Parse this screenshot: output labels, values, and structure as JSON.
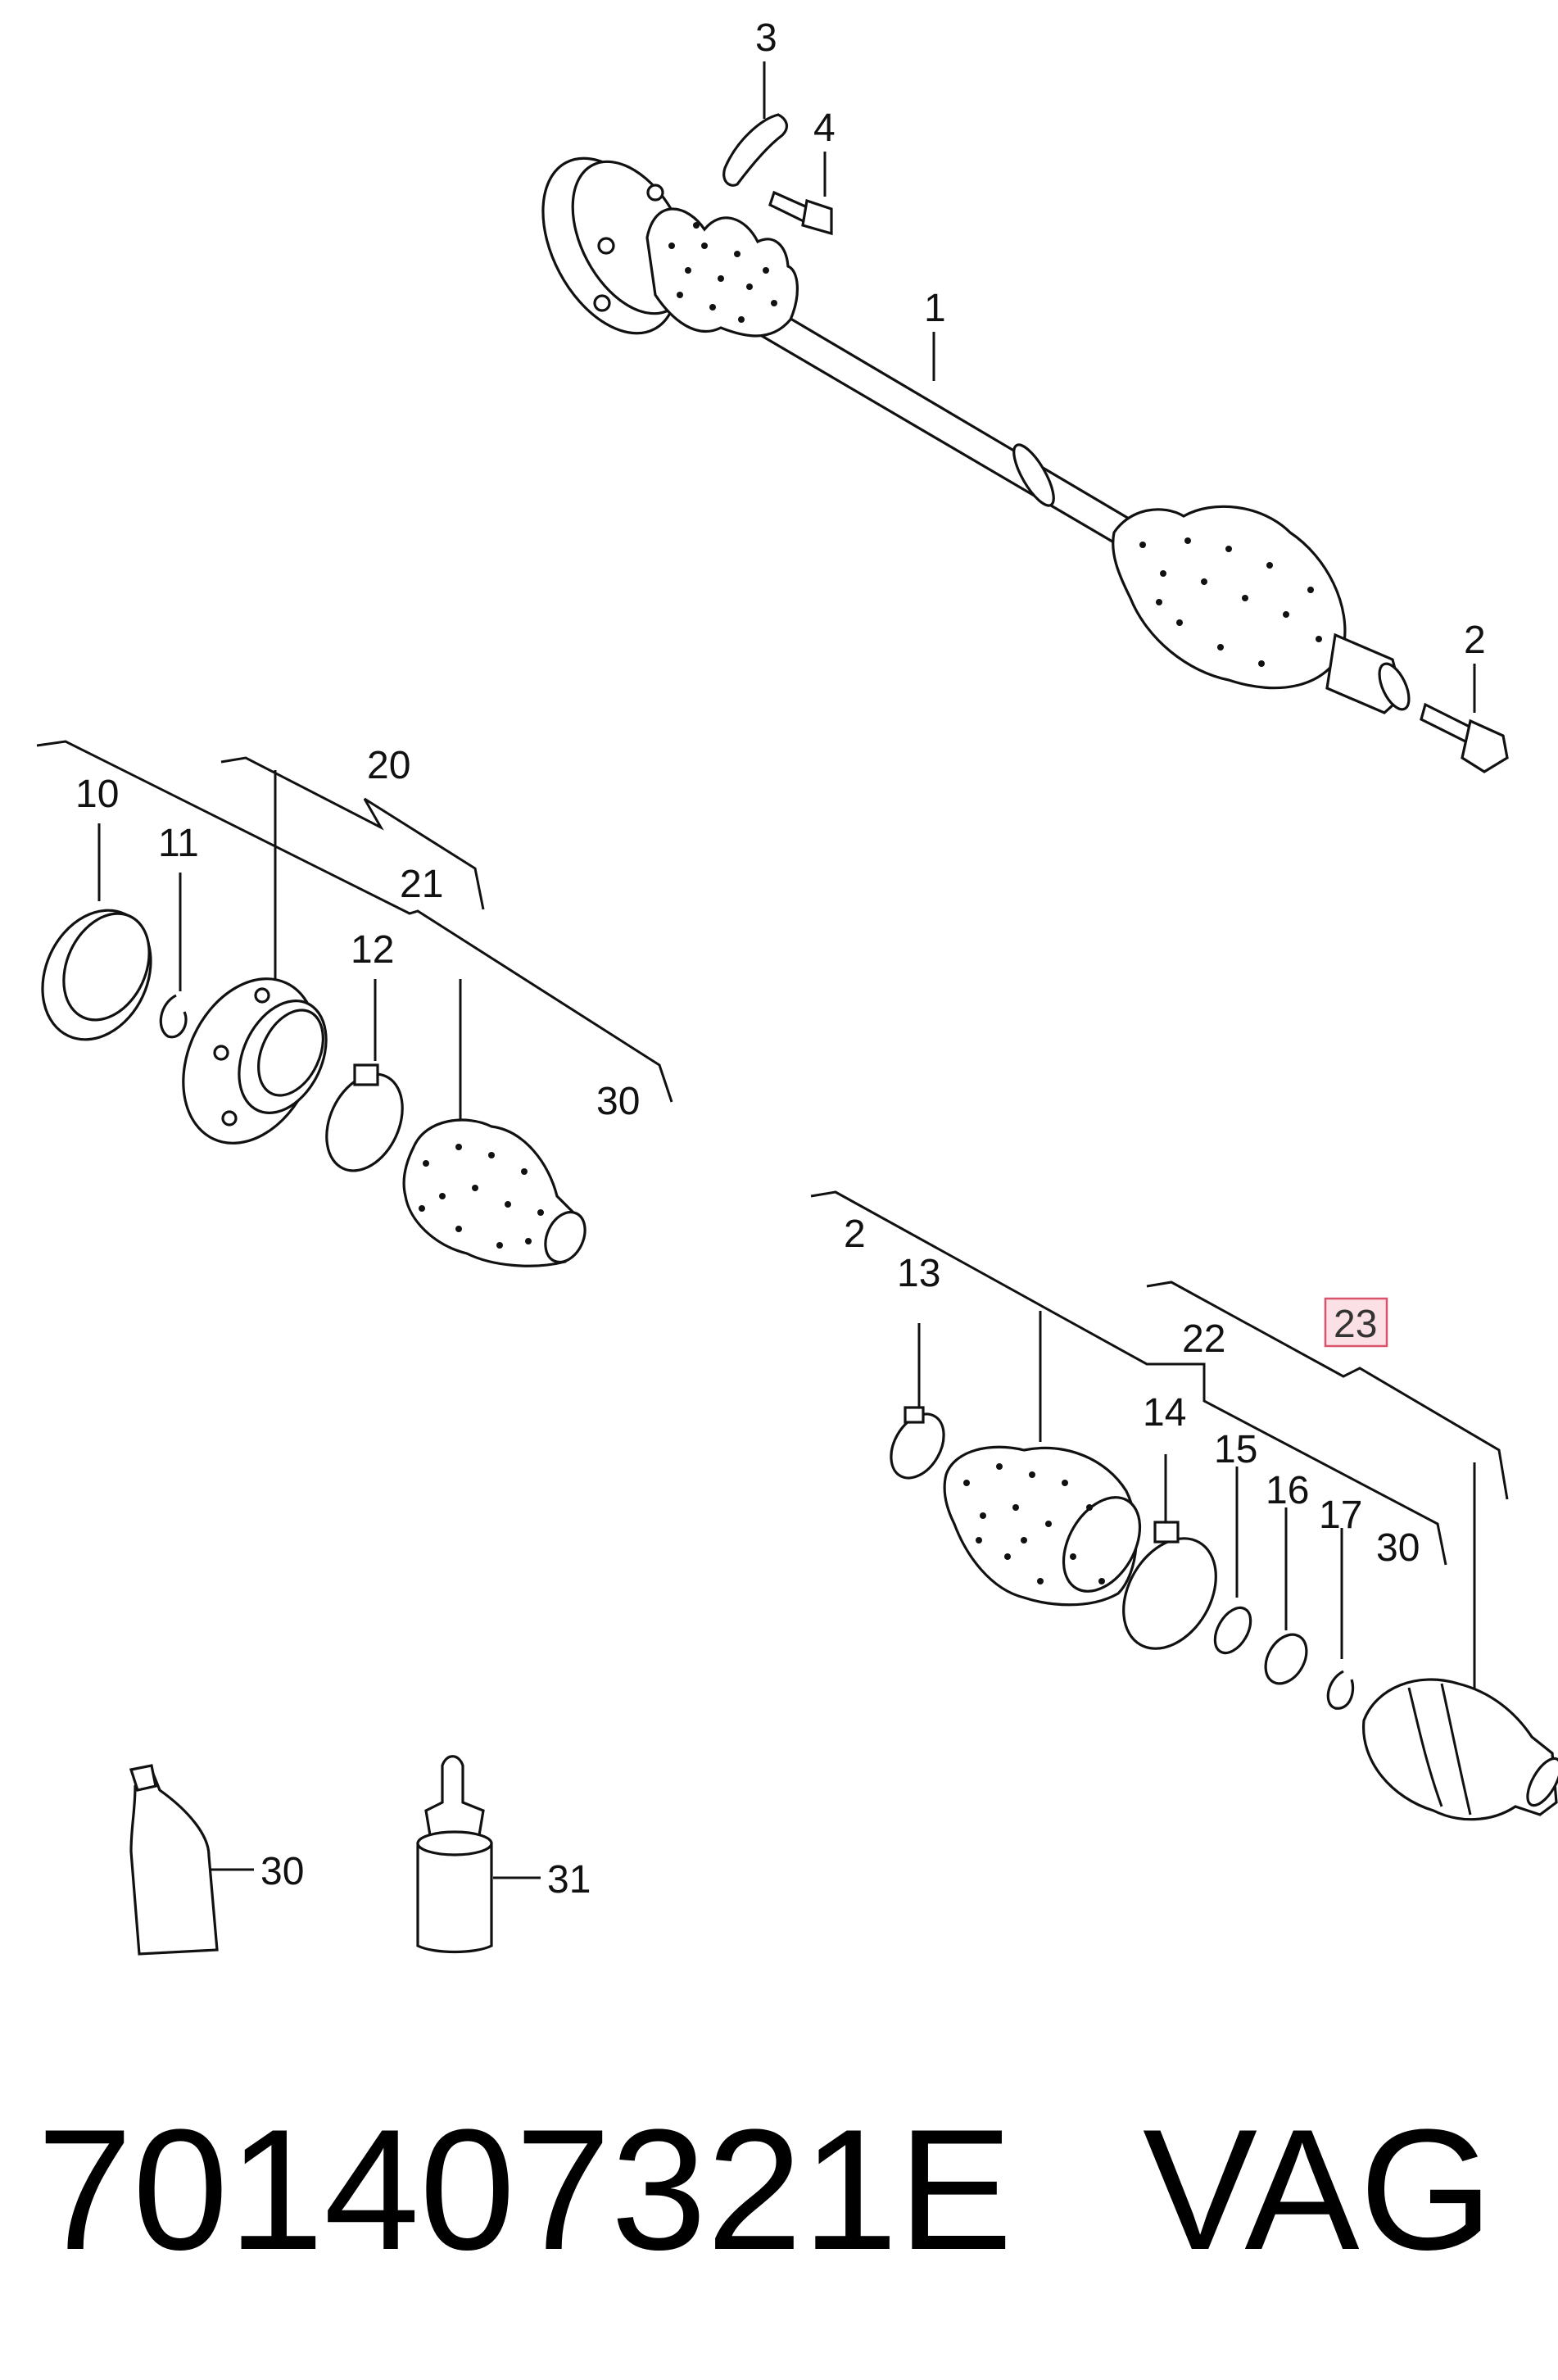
{
  "diagram": {
    "callouts": {
      "c1": "1",
      "c2": "2",
      "c3": "3",
      "c4": "4",
      "c10": "10",
      "c11": "11",
      "c12": "12",
      "c20": "20",
      "c21": "21",
      "c30a": "30",
      "c2b": "2",
      "c13": "13",
      "c14": "14",
      "c15": "15",
      "c16": "16",
      "c17": "17",
      "c22": "22",
      "c23": "23",
      "c30b": "30",
      "c30c": "30",
      "c31": "31"
    },
    "highlight_color": "#fbe0e6",
    "highlight_border": "#d9546b"
  },
  "footer": {
    "part_number": "701407321E",
    "brand": "VAG"
  }
}
